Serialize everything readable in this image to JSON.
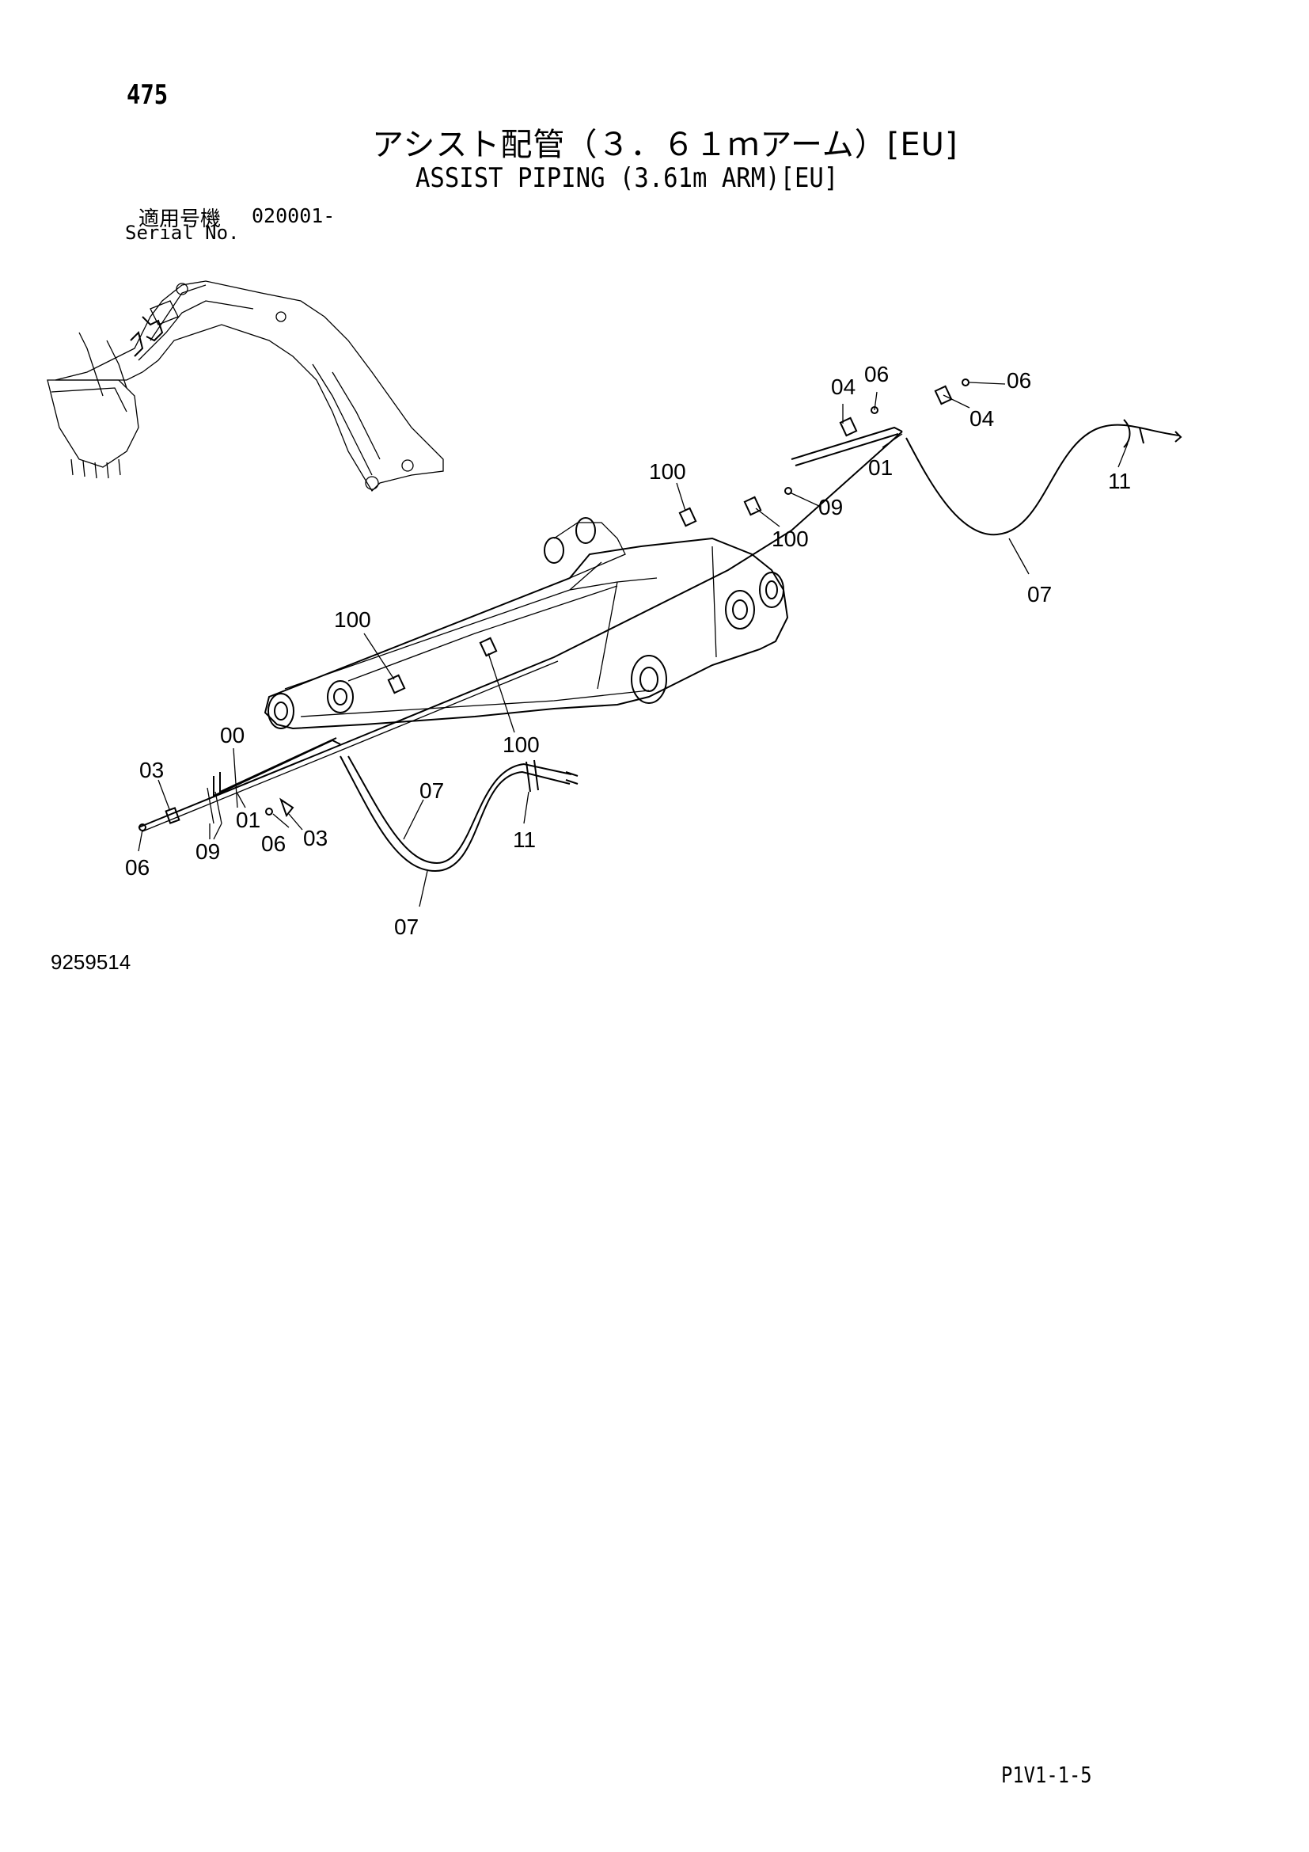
{
  "header": {
    "page_number": "475",
    "title_jp": "アシスト配管（３．６１ｍアーム）[EU]",
    "title_en": "ASSIST PIPING (3.61m ARM)[EU]",
    "serial_label_jp": "適用号機",
    "serial_range": "020001-",
    "serial_label_en": "Serial No."
  },
  "callouts": {
    "c04_top": "04",
    "c06_top": "06",
    "c06_right": "06",
    "c04_right": "04",
    "c01_right": "01",
    "c11_right": "11",
    "c100_top": "100",
    "c09_right": "09",
    "c100_right": "100",
    "c07_right": "07",
    "c100_left": "100",
    "c100_mid": "100",
    "c00": "00",
    "c03_left": "03",
    "c01_left": "01",
    "c06_left": "06",
    "c03_lower": "03",
    "c09_left": "09",
    "c06_bottom": "06",
    "c07_mid": "07",
    "c11_left": "11",
    "c07_bottom": "07"
  },
  "footer": {
    "figure_code": "9259514",
    "page_ref": "P1V1-1-5"
  }
}
